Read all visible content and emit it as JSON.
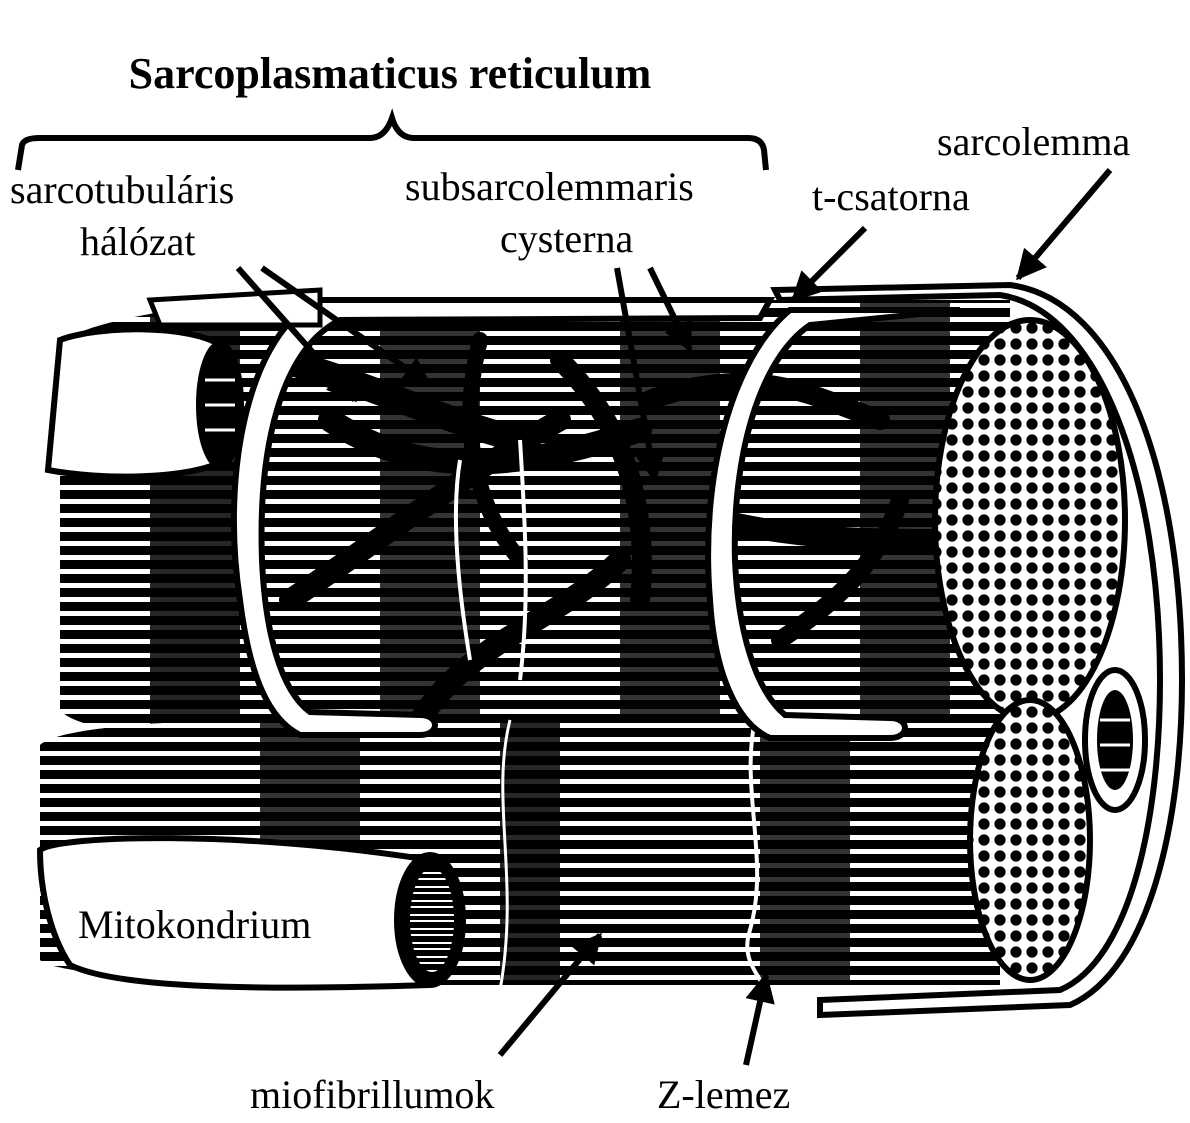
{
  "diagram": {
    "title": "Sarcoplasmaticus reticulum",
    "labels": {
      "sarcotubular_line1": "sarcotubuláris",
      "sarcotubular_line2": "hálózat",
      "subsarco_line1": "subsarcolemmaris",
      "subsarco_line2": "cysterna",
      "t_channel": "t-csatorna",
      "sarcolemma": "sarcolemma",
      "mitochondrion": "Mitokondrium",
      "myofibrils": "miofibrillumok",
      "z_disc": "Z-lemez"
    }
  },
  "colors": {
    "ink": "#000000",
    "paper": "#ffffff"
  }
}
